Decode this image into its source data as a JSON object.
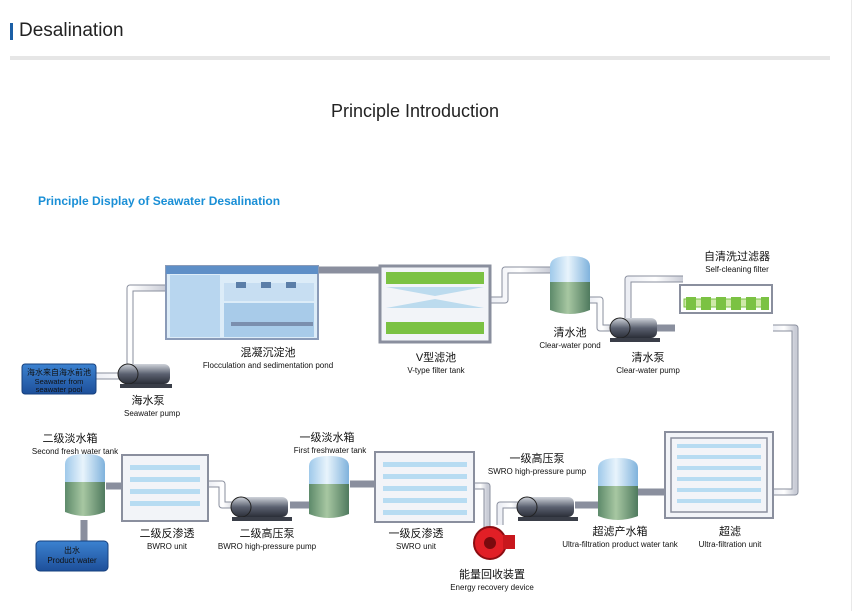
{
  "header": {
    "title": "Desalination"
  },
  "intro": {
    "title": "Principle Introduction"
  },
  "diagram": {
    "title": "Principle Display of Seawater Desalination",
    "seawater_pool": {
      "zh": "海水来自海水前池",
      "en1": "Seawater from",
      "en2": "seawater pool"
    },
    "seawater_pump": {
      "zh": "海水泵",
      "en": "Seawater pump"
    },
    "floc_pond": {
      "zh": "混凝沉淀池",
      "en": "Flocculation and  sedimentation pond"
    },
    "v_filter": {
      "zh": "V型滤池",
      "en": "V-type filter tank"
    },
    "clear_pond": {
      "zh": "清水池",
      "en": "Clear-water pond"
    },
    "self_filter": {
      "zh": "自清洗过滤器",
      "en": "Self-cleaning filter"
    },
    "clear_pump": {
      "zh": "清水泵",
      "en": "Clear-water pump"
    },
    "second_tank": {
      "zh": "二级淡水箱",
      "en": "Second fresh water tank"
    },
    "first_tank": {
      "zh": "一级淡水箱",
      "en": "First freshwater tank"
    },
    "swro_pump": {
      "zh": "一级高压泵",
      "en": "SWRO high-pressure pump"
    },
    "product": {
      "zh": "出水",
      "en": "Product water"
    },
    "bwro": {
      "zh": "二级反渗透",
      "en": "BWRO unit"
    },
    "bwro_pump": {
      "zh": "二级高压泵",
      "en": "BWRO high-pressure pump"
    },
    "swro": {
      "zh": "一级反渗透",
      "en": "SWRO unit"
    },
    "erd": {
      "zh": "能量回收装置",
      "en": "Energy recovery device"
    },
    "uf_tank": {
      "zh": "超滤产水箱",
      "en": "Ultra-filtration product water tank"
    },
    "uf": {
      "zh": "超滤",
      "en": "Ultra-filtration unit"
    }
  },
  "colors": {
    "accent": "#1b5fa6",
    "subtitle": "#1a8fd6",
    "water": "#2f6fc0",
    "pipe": "#8a8f9e",
    "erd": "#e11f26"
  }
}
